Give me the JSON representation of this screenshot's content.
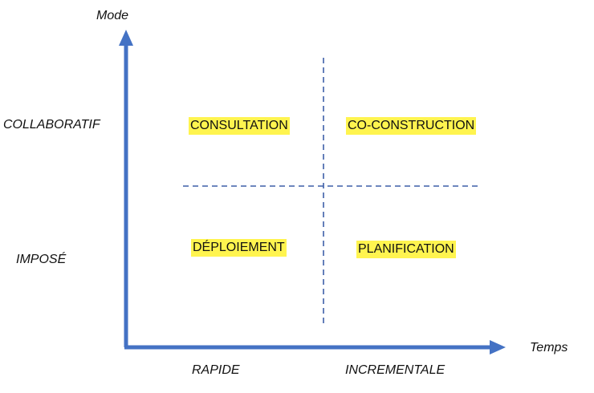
{
  "axes": {
    "y_title": "Mode",
    "x_title": "Temps",
    "y_categories": [
      "COLLABORATIF",
      "IMPOSÉ"
    ],
    "x_categories": [
      "RAPIDE",
      "INCREMENTALE"
    ]
  },
  "quadrants": {
    "top_left": "CONSULTATION",
    "top_right": "CO-CONSTRUCTION",
    "bottom_left": "DÉPLOIEMENT",
    "bottom_right": "PLANIFICATION"
  },
  "colors": {
    "axis": "#4472c4",
    "divider": "#3d5fa8",
    "highlight": "#fff44f",
    "text": "#111111"
  }
}
